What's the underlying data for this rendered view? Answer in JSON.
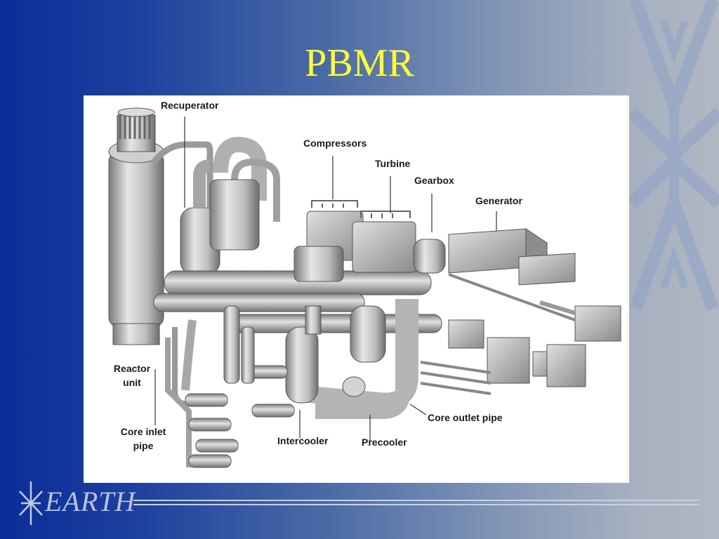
{
  "slide": {
    "title": "PBMR",
    "accent_color": "#ffff33",
    "background_left": "#0a2d99",
    "background_right": "#b1b7c3"
  },
  "diagram": {
    "labels": {
      "recuperator": "Recuperator",
      "compressors": "Compressors",
      "turbine": "Turbine",
      "gearbox": "Gearbox",
      "generator": "Generator",
      "reactor_unit_line1": "Reactor",
      "reactor_unit_line2": "unit",
      "core_inlet_pipe_line1": "Core inlet",
      "core_inlet_pipe_line2": "pipe",
      "intercooler": "Intercooler",
      "precooler": "Precooler",
      "core_outlet_pipe": "Core outlet pipe"
    },
    "component_color": "#b8b8b8"
  },
  "footer": {
    "logo_text": "EARTH"
  }
}
